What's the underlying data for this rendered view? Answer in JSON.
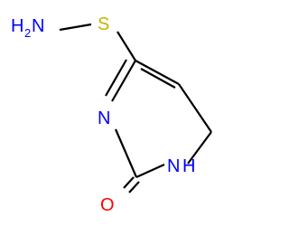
{
  "molecule": {
    "atoms": {
      "amine_n": {
        "symbol": "H",
        "sub": "2",
        "rest": "N",
        "color": "#0000ff"
      },
      "sulfur": {
        "symbol": "S",
        "color": "#c8b400"
      },
      "ring_n3": {
        "symbol": "N",
        "color": "#0000ff"
      },
      "ring_n1": {
        "symbol": "N",
        "color": "#0000ff"
      },
      "ring_n1_h": {
        "symbol": "H",
        "color": "#0000ff"
      },
      "oxygen": {
        "symbol": "O",
        "color": "#ff0000"
      }
    },
    "bond_color": "#000000"
  }
}
